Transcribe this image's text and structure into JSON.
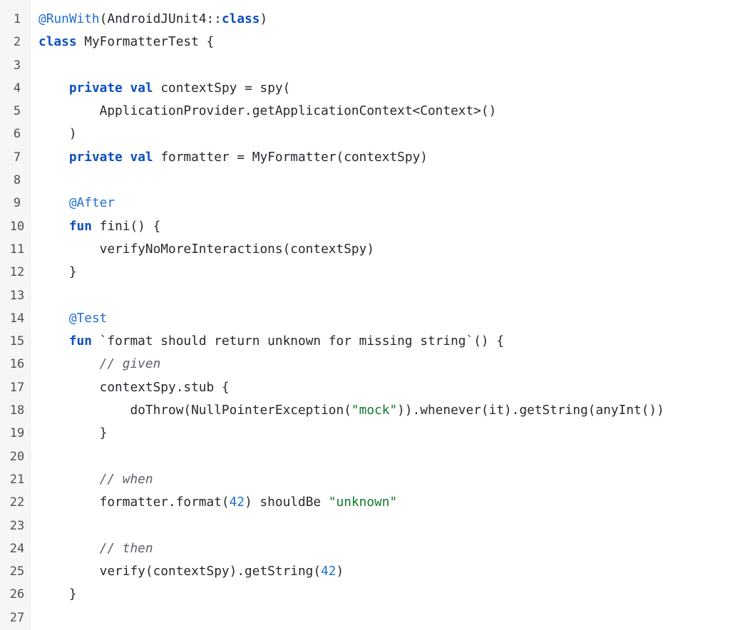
{
  "editor": {
    "language": "kotlin",
    "colors": {
      "background": "#ffffff",
      "gutter_background": "#f5f6f8",
      "line_number": "#4a4f57",
      "text": "#24292f",
      "keyword": "#0b4fbd",
      "annotation": "#1f6fd0",
      "string": "#0f7a2a",
      "number": "#1f6fd0",
      "comment": "#5b6068"
    },
    "lines": [
      {
        "n": "1",
        "tokens": [
          {
            "t": "@RunWith",
            "k": "ann"
          },
          {
            "t": "(AndroidJUnit4::",
            "k": "id"
          },
          {
            "t": "class",
            "k": "kw"
          },
          {
            "t": ")",
            "k": "id"
          }
        ]
      },
      {
        "n": "2",
        "tokens": [
          {
            "t": "class",
            "k": "kw"
          },
          {
            "t": " MyFormatterTest {",
            "k": "id"
          }
        ]
      },
      {
        "n": "3",
        "tokens": []
      },
      {
        "n": "4",
        "tokens": [
          {
            "t": "    ",
            "k": "id"
          },
          {
            "t": "private",
            "k": "kw"
          },
          {
            "t": " ",
            "k": "id"
          },
          {
            "t": "val",
            "k": "kw"
          },
          {
            "t": " contextSpy = spy(",
            "k": "id"
          }
        ]
      },
      {
        "n": "5",
        "tokens": [
          {
            "t": "        ApplicationProvider.getApplicationContext<Context>()",
            "k": "id"
          }
        ]
      },
      {
        "n": "6",
        "tokens": [
          {
            "t": "    )",
            "k": "id"
          }
        ]
      },
      {
        "n": "7",
        "tokens": [
          {
            "t": "    ",
            "k": "id"
          },
          {
            "t": "private",
            "k": "kw"
          },
          {
            "t": " ",
            "k": "id"
          },
          {
            "t": "val",
            "k": "kw"
          },
          {
            "t": " formatter = MyFormatter(contextSpy)",
            "k": "id"
          }
        ]
      },
      {
        "n": "8",
        "tokens": []
      },
      {
        "n": "9",
        "tokens": [
          {
            "t": "    ",
            "k": "id"
          },
          {
            "t": "@After",
            "k": "ann"
          }
        ]
      },
      {
        "n": "10",
        "tokens": [
          {
            "t": "    ",
            "k": "id"
          },
          {
            "t": "fun",
            "k": "kw"
          },
          {
            "t": " fini() {",
            "k": "id"
          }
        ]
      },
      {
        "n": "11",
        "tokens": [
          {
            "t": "        verifyNoMoreInteractions(contextSpy)",
            "k": "id"
          }
        ]
      },
      {
        "n": "12",
        "tokens": [
          {
            "t": "    }",
            "k": "id"
          }
        ]
      },
      {
        "n": "13",
        "tokens": []
      },
      {
        "n": "14",
        "tokens": [
          {
            "t": "    ",
            "k": "id"
          },
          {
            "t": "@Test",
            "k": "ann"
          }
        ]
      },
      {
        "n": "15",
        "tokens": [
          {
            "t": "    ",
            "k": "id"
          },
          {
            "t": "fun",
            "k": "kw"
          },
          {
            "t": " `format should return unknown for missing string`() {",
            "k": "id"
          }
        ]
      },
      {
        "n": "16",
        "tokens": [
          {
            "t": "        ",
            "k": "id"
          },
          {
            "t": "// given",
            "k": "cm"
          }
        ]
      },
      {
        "n": "17",
        "tokens": [
          {
            "t": "        contextSpy.stub {",
            "k": "id"
          }
        ]
      },
      {
        "n": "18",
        "tokens": [
          {
            "t": "            doThrow(NullPointerException(",
            "k": "id"
          },
          {
            "t": "\"mock\"",
            "k": "str"
          },
          {
            "t": ")).whenever(it).getString(anyInt())",
            "k": "id"
          }
        ]
      },
      {
        "n": "19",
        "tokens": [
          {
            "t": "        }",
            "k": "id"
          }
        ]
      },
      {
        "n": "20",
        "tokens": []
      },
      {
        "n": "21",
        "tokens": [
          {
            "t": "        ",
            "k": "id"
          },
          {
            "t": "// when",
            "k": "cm"
          }
        ]
      },
      {
        "n": "22",
        "tokens": [
          {
            "t": "        formatter.format(",
            "k": "id"
          },
          {
            "t": "42",
            "k": "num"
          },
          {
            "t": ") shouldBe ",
            "k": "id"
          },
          {
            "t": "\"unknown\"",
            "k": "str"
          }
        ]
      },
      {
        "n": "23",
        "tokens": []
      },
      {
        "n": "24",
        "tokens": [
          {
            "t": "        ",
            "k": "id"
          },
          {
            "t": "// then",
            "k": "cm"
          }
        ]
      },
      {
        "n": "25",
        "tokens": [
          {
            "t": "        verify(contextSpy).getString(",
            "k": "id"
          },
          {
            "t": "42",
            "k": "num"
          },
          {
            "t": ")",
            "k": "id"
          }
        ]
      },
      {
        "n": "26",
        "tokens": [
          {
            "t": "    }",
            "k": "id"
          }
        ]
      },
      {
        "n": "27",
        "tokens": []
      }
    ]
  }
}
